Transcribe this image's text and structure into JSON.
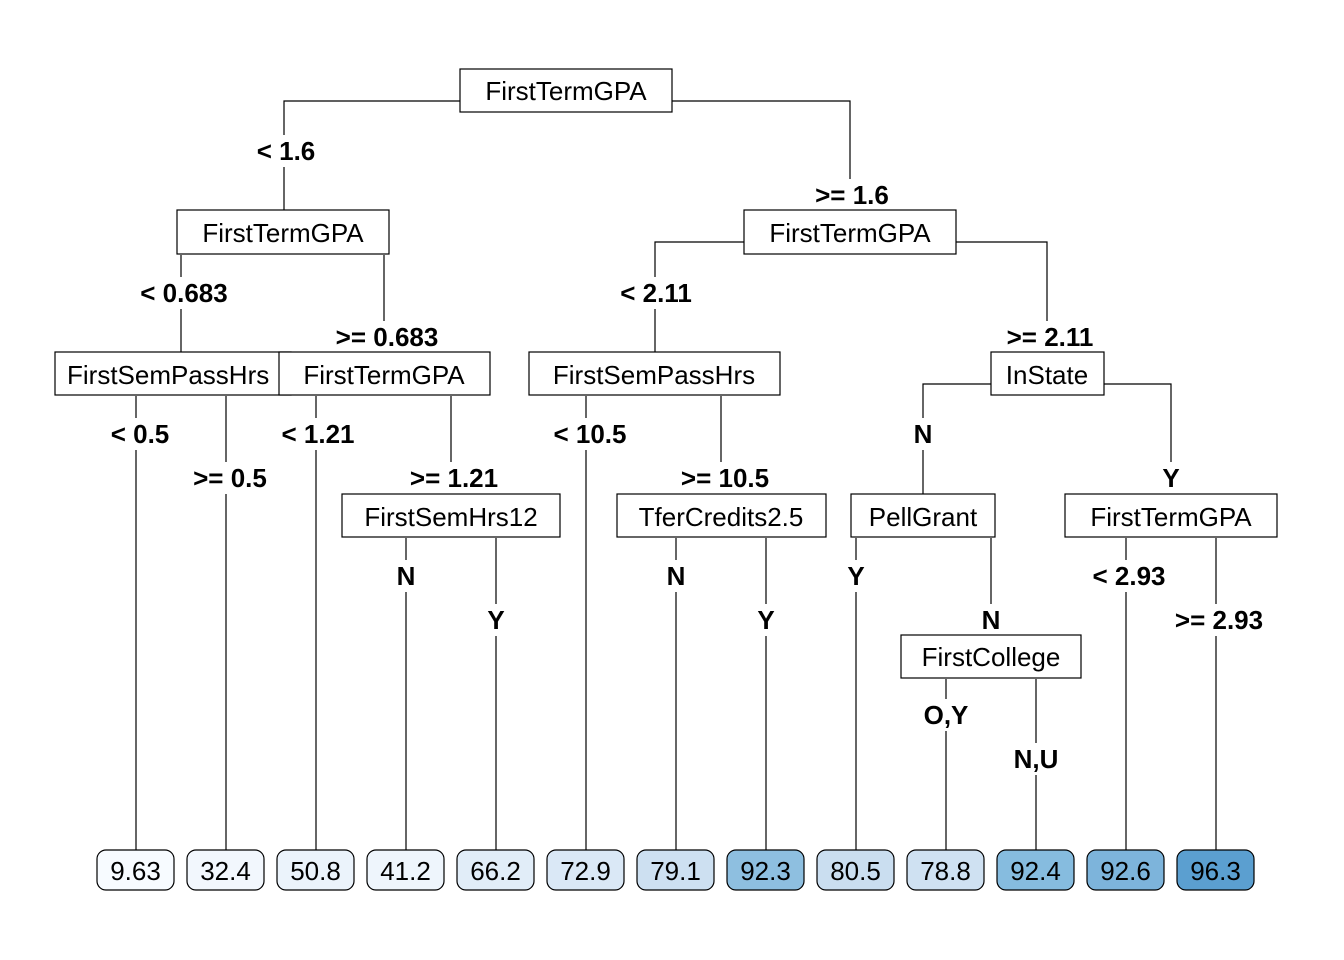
{
  "tree": {
    "nodes": {
      "n1": "FirstTermGPA",
      "n2": "FirstTermGPA",
      "n3": "FirstTermGPA",
      "n4": "FirstSemPassHrs",
      "n5": "FirstTermGPA",
      "n6": "FirstSemPassHrs",
      "n7": "InState",
      "n8": "FirstSemHrs12",
      "n9": "TferCredits2.5",
      "n10": "PellGrant",
      "n11": "FirstTermGPA",
      "n12": "FirstCollege"
    },
    "splits": {
      "s1": "< 1.6",
      "s2": ">= 1.6",
      "s3": "< 0.683",
      "s4": ">= 0.683",
      "s5": "< 2.11",
      "s6": ">= 2.11",
      "s7": "< 0.5",
      "s8": ">= 0.5",
      "s9": "< 1.21",
      "s10": ">= 1.21",
      "s11": "< 10.5",
      "s12": ">= 10.5",
      "s13": "N",
      "s14": "Y",
      "s15": "N",
      "s16": "Y",
      "s17": "N",
      "s18": "Y",
      "s19": "Y",
      "s20": "N",
      "s21": "< 2.93",
      "s22": ">= 2.93",
      "s23": "O,Y",
      "s24": "N,U"
    },
    "leaves": [
      {
        "value": "9.63",
        "fill": "#f7fbff"
      },
      {
        "value": "32.4",
        "fill": "#f2f7fd"
      },
      {
        "value": "50.8",
        "fill": "#ebf3fb"
      },
      {
        "value": "41.2",
        "fill": "#eef5fc"
      },
      {
        "value": "66.2",
        "fill": "#e1edf8"
      },
      {
        "value": "72.9",
        "fill": "#dae8f6"
      },
      {
        "value": "79.1",
        "fill": "#cde0f1"
      },
      {
        "value": "92.3",
        "fill": "#8ebfe0"
      },
      {
        "value": "80.5",
        "fill": "#cadef0"
      },
      {
        "value": "78.8",
        "fill": "#cfe1f2"
      },
      {
        "value": "92.4",
        "fill": "#86bcdf"
      },
      {
        "value": "92.6",
        "fill": "#7db4db"
      },
      {
        "value": "96.3",
        "fill": "#5b9fd0"
      }
    ]
  }
}
